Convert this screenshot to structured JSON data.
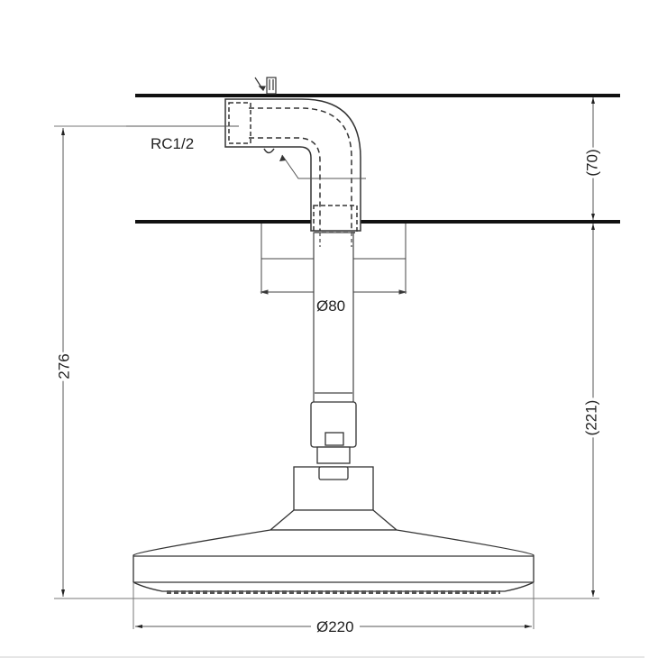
{
  "drawing": {
    "title": "Ceiling-mounted rain shower head technical drawing",
    "line_color": "#222222",
    "dim_color": "#555555",
    "ceiling_line_color": "#111111"
  },
  "dimensions": {
    "thread_label": "RC1/2",
    "flange_diameter": "Ø80",
    "head_diameter": "Ø220",
    "overall_height": "276",
    "ceiling_gap": "(70)",
    "drop_length": "(221)"
  }
}
